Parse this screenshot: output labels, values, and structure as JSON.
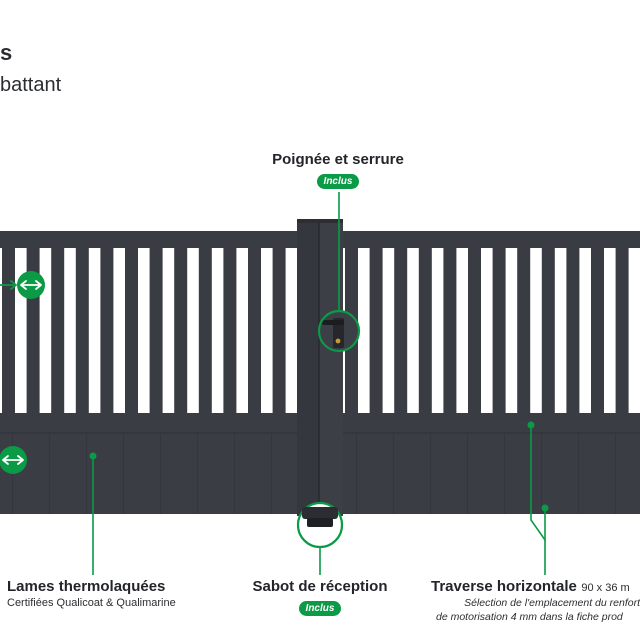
{
  "header": {
    "title_fragment": "s",
    "subtitle": "battant"
  },
  "callouts": {
    "handle": {
      "title": "Poignée et serrure",
      "badge": "Inclus"
    },
    "slats": {
      "title": "Lames thermolaquées",
      "subtitle": "Certifiées Qualicoat & Qualimarine"
    },
    "shoe": {
      "title": "Sabot de réception",
      "badge": "Inclus"
    },
    "rail": {
      "title": "Traverse horizontale",
      "dims": "90 x 36 m",
      "note_line1": "Sélection de l'emplacement du renfort",
      "note_line2": "de motorisation 4 mm dans la fiche prod"
    }
  },
  "colors": {
    "gate": "#393c43",
    "accent": "#0b9a46",
    "text": "#2b2d31"
  },
  "icons": [
    "double-arrow-icon",
    "double-arrow-icon",
    "handle-magnifier-icon",
    "shoe-magnifier-icon"
  ]
}
